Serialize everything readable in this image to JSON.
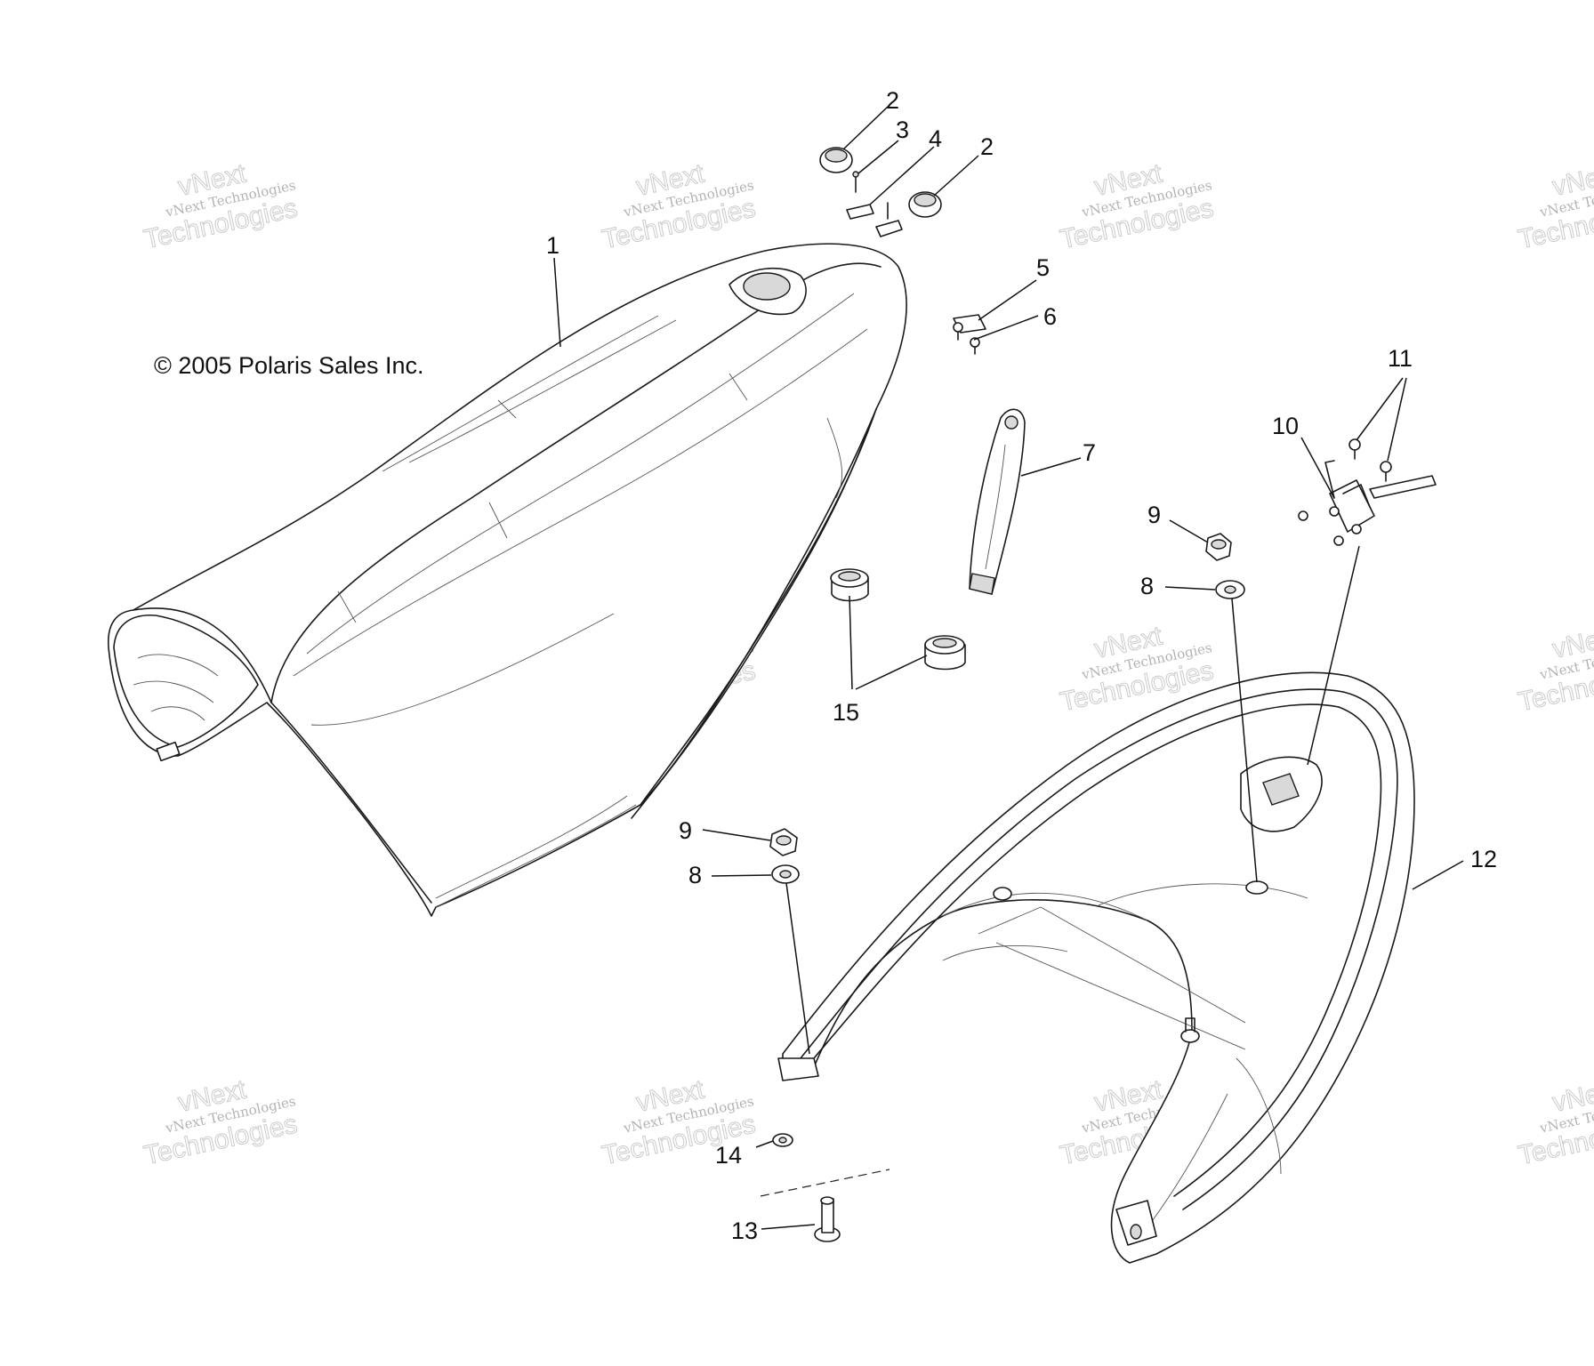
{
  "copyright": "© 2005 Polaris Sales Inc.",
  "watermark": {
    "line1": "vNext",
    "line2": "vNext Technologies",
    "line3": "Technologies"
  },
  "callouts": {
    "c1": "1",
    "c2a": "2",
    "c2b": "2",
    "c3": "3",
    "c4": "4",
    "c5": "5",
    "c6": "6",
    "c7": "7",
    "c8a": "8",
    "c8b": "8",
    "c9a": "9",
    "c9b": "9",
    "c10": "10",
    "c11": "11",
    "c12": "12",
    "c13": "13",
    "c14": "14",
    "c15": "15"
  }
}
